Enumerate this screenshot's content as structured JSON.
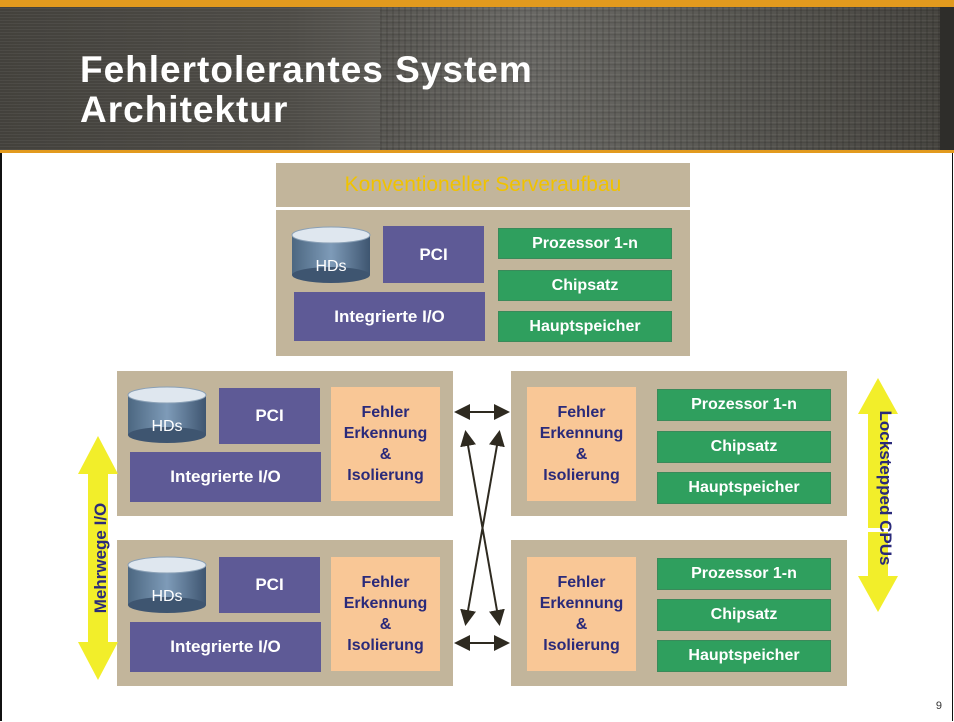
{
  "title": {
    "line1": "Fehlertolerantes System",
    "line2": "Architektur"
  },
  "conventional": {
    "heading": "Konventioneller Serveraufbau",
    "hds": "HDs",
    "pci": "PCI",
    "integrated_io": "Integrierte I/O",
    "processor": "Prozessor 1-n",
    "chipset": "Chipsatz",
    "memory": "Hauptspeicher"
  },
  "io_module": {
    "hds": "HDs",
    "pci": "PCI",
    "integrated_io": "Integrierte I/O",
    "fault_line1": "Fehler",
    "fault_line2": "Erkennung",
    "fault_line3": "&",
    "fault_line4": "Isolierung"
  },
  "cpu_module": {
    "fault_line1": "Fehler",
    "fault_line2": "Erkennung",
    "fault_line3": "&",
    "fault_line4": "Isolierung",
    "processor": "Prozessor 1-n",
    "chipset": "Chipsatz",
    "memory": "Hauptspeicher"
  },
  "side_labels": {
    "left": "Mehrwege I/O",
    "right": "Lockstepped CPUs"
  },
  "page_number": "9",
  "colors": {
    "accent": "#e29a1e",
    "panel": "#c2b59b",
    "purple_box": "#5e5a96",
    "green_box": "#2f9f5e",
    "peach_box": "#f9c796",
    "yellow_arrow": "#f2ee2a",
    "heading_yellow": "#f0c200"
  }
}
